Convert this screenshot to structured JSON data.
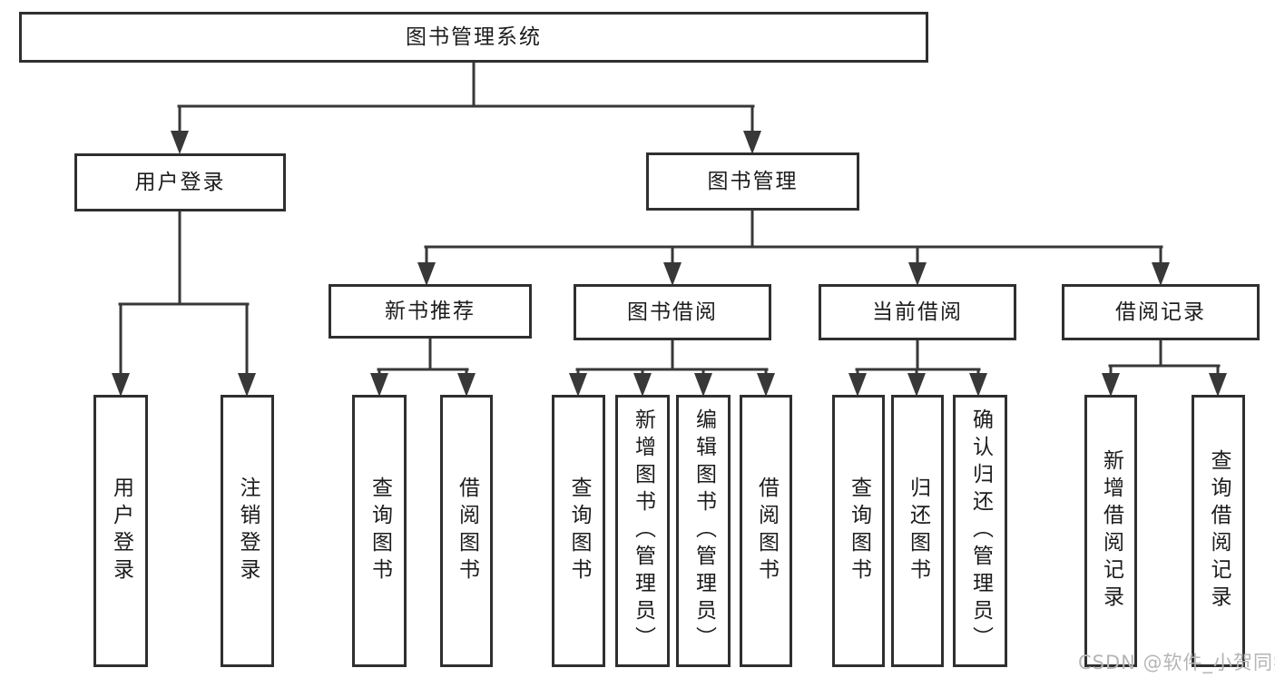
{
  "diagram": {
    "root": {
      "label": "图书管理系统",
      "children": [
        {
          "label": "用户登录",
          "children": [
            {
              "label": "用户登录"
            },
            {
              "label": "注销登录"
            }
          ]
        },
        {
          "label": "图书管理",
          "children": [
            {
              "label": "新书推荐",
              "children": [
                {
                  "label": "查询图书"
                },
                {
                  "label": "借阅图书"
                }
              ]
            },
            {
              "label": "图书借阅",
              "children": [
                {
                  "label": "查询图书"
                },
                {
                  "label": "新增图书（管理员）"
                },
                {
                  "label": "编辑图书（管理员）"
                },
                {
                  "label": "借阅图书"
                }
              ]
            },
            {
              "label": "当前借阅",
              "children": [
                {
                  "label": "查询图书"
                },
                {
                  "label": "归还图书"
                },
                {
                  "label": "确认归还（管理员）"
                }
              ]
            },
            {
              "label": "借阅记录",
              "children": [
                {
                  "label": "新增借阅记录"
                },
                {
                  "label": "查询借阅记录"
                }
              ]
            }
          ]
        }
      ]
    },
    "watermark": "CSDN @软件_小贺同学",
    "colors": {
      "line": "#383838",
      "box_border": "#2f2f2f",
      "text": "#1c1c1c",
      "watermark": "#b5b5b5",
      "background": "#ffffff"
    }
  }
}
